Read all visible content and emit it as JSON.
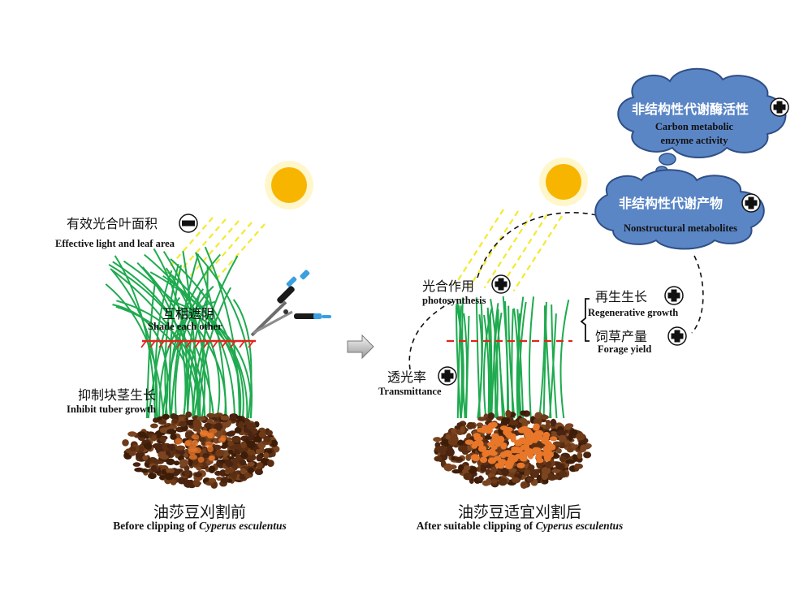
{
  "left_panel": {
    "effective_area": {
      "zh": "有效光合叶面积",
      "en": "Effective light and leaf area",
      "sign": "minus"
    },
    "shade": {
      "zh": "互相遮阴",
      "en": "Shade each other"
    },
    "inhibit": {
      "zh": "抑制块茎生长",
      "en": "Inhibit tuber growth"
    },
    "caption": {
      "zh": "油莎豆刈割前",
      "en_prefix": "Before clipping of ",
      "en_species": "Cyperus esculentus"
    }
  },
  "right_panel": {
    "photosynthesis": {
      "zh": "光合作用",
      "en": "photosynthesis",
      "sign": "plus"
    },
    "transmittance": {
      "zh": "透光率",
      "en": "Transmittance",
      "sign": "plus"
    },
    "regenerative": {
      "zh": "再生生长",
      "en": "Regenerative growth",
      "sign": "plus"
    },
    "forage": {
      "zh": "饲草产量",
      "en": "Forage yield",
      "sign": "plus"
    },
    "caption": {
      "zh": "油莎豆适宜刈割后",
      "en_prefix": "After suitable clipping of ",
      "en_species": "Cyperus esculentus"
    }
  },
  "clouds": {
    "enzyme": {
      "zh": "非结构性代谢酶活性",
      "en_line1": "Carbon metabolic",
      "en_line2": "enzyme activity",
      "sign": "plus"
    },
    "metabolites": {
      "zh": "非结构性代谢产物",
      "en": "Nonstructural metabolites",
      "sign": "plus"
    }
  },
  "colors": {
    "grass": "#1faa4f",
    "cloud": "#5b86c6",
    "cloud_stroke": "#2f4f86",
    "sun": "#f7b500",
    "light_ray": "#f2ea2e",
    "cut_line": "#e2241b",
    "soil": "#5a2e12",
    "tuber": "#e8772a"
  },
  "icons": [
    "sun-icon",
    "scissors-icon",
    "arrow-right-icon",
    "plus-icon",
    "minus-icon"
  ]
}
